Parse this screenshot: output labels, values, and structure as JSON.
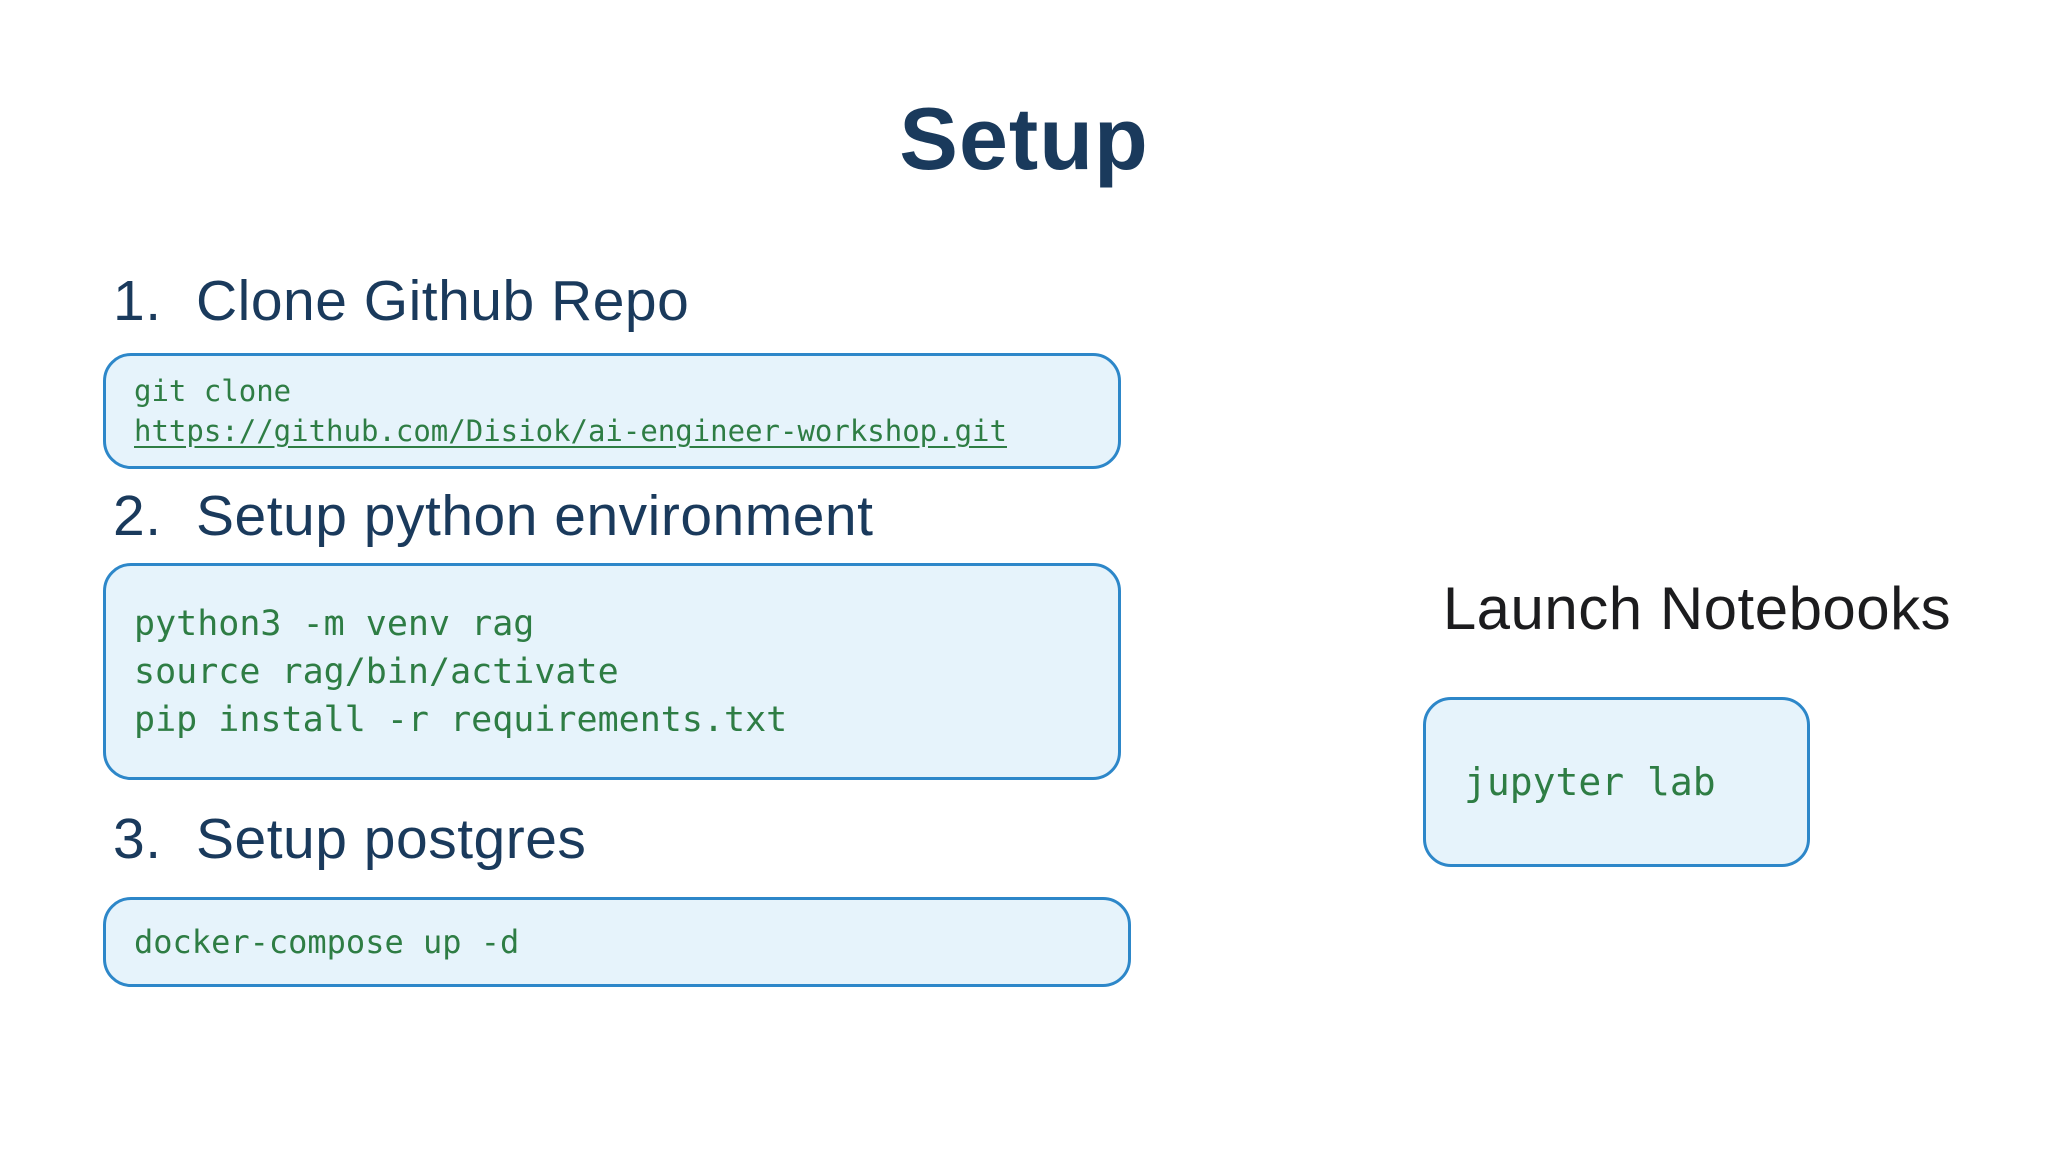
{
  "slide": {
    "title": "Setup",
    "steps": [
      {
        "number": "1.",
        "label": "Clone Github Repo",
        "code_lines": [
          "git clone"
        ],
        "code_link": "https://github.com/Disiok/ai-engineer-workshop.git"
      },
      {
        "number": "2.",
        "label": "Setup python environment",
        "code_lines": [
          "python3 -m venv rag",
          "source rag/bin/activate",
          "pip install -r requirements.txt"
        ]
      },
      {
        "number": "3.",
        "label": "Setup postgres",
        "code_lines": [
          "docker-compose up -d"
        ]
      }
    ],
    "right_panel": {
      "heading": "Launch Notebooks",
      "code": "jupyter lab"
    }
  },
  "colors": {
    "heading_navy": "#1a3a5c",
    "heading_black": "#1c1c1e",
    "code_text_green": "#2e7d44",
    "code_box_background": "#e6f3fb",
    "code_box_border": "#2d87c9",
    "page_background": "#ffffff"
  }
}
